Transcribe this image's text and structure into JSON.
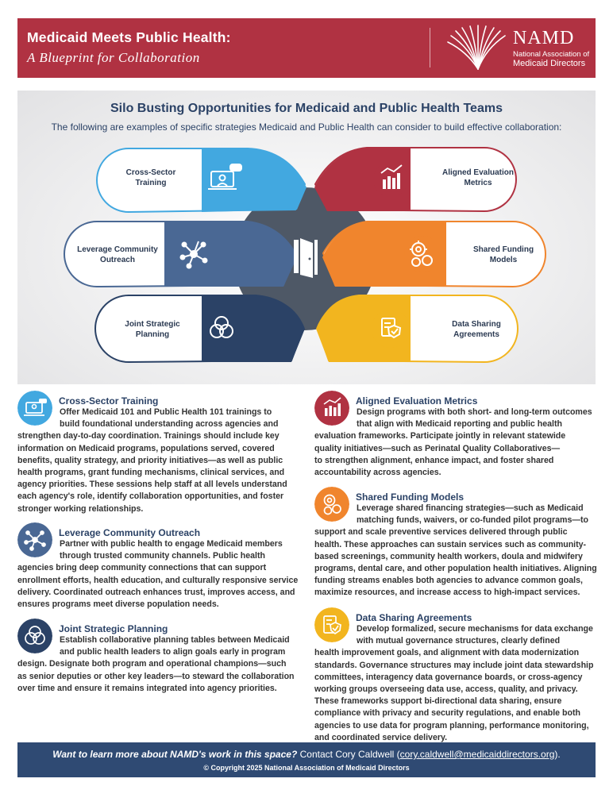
{
  "header": {
    "title": "Medicaid Meets Public Health:",
    "subtitle": "A Blueprint for Collaboration",
    "logo_name": "NAMD",
    "logo_sub1": "National Association of",
    "logo_sub2": "Medicaid Directors"
  },
  "panel": {
    "title": "Silo Busting Opportunities for Medicaid and Public Health Teams",
    "subtitle": "The following are examples of specific strategies Medicaid and Public Health can consider to build effective collaboration:",
    "pills": {
      "cross_sector": [
        "Cross-Sector",
        "Training"
      ],
      "community": [
        "Leverage Community",
        "Outreach"
      ],
      "joint": [
        "Joint Strategic",
        "Planning"
      ],
      "aligned": [
        "Aligned Evaluation",
        "Metrics"
      ],
      "funding": [
        "Shared Funding",
        "Models"
      ],
      "data": [
        "Data Sharing",
        "Agreements"
      ]
    },
    "colors": {
      "light_blue": "#42a8e0",
      "slate_blue": "#4a6894",
      "navy": "#2b4266",
      "red": "#b03242",
      "orange": "#f0852d",
      "yellow": "#f2b51f",
      "center": "#4e5866"
    }
  },
  "sections": {
    "cross_sector": {
      "title": "Cross-Sector Training",
      "icon": "presentation-icon",
      "lines": [
        "Offer Medicaid 101 and Public Health 101 trainings to",
        "build foundational understanding across agencies and",
        "strengthen day-to-day coordination. Trainings should include key",
        "information on Medicaid programs, populations served, covered",
        "benefits, quality strategy, and priority initiatives—as well as public",
        "health programs, grant funding mechanisms, clinical services, and",
        "agency priorities. These sessions help staff at all levels understand",
        "each agency's role, identify collaboration opportunities, and foster",
        "stronger working relationships."
      ]
    },
    "community": {
      "title": "Leverage Community Outreach",
      "icon": "network-icon",
      "lines": [
        "Partner with public health to engage Medicaid members",
        "through trusted community channels. Public health",
        "agencies bring deep community connections that can support",
        "enrollment efforts, health education, and culturally responsive service",
        "delivery. Coordinated outreach enhances trust, improves access, and",
        "ensures programs meet diverse population needs."
      ]
    },
    "joint": {
      "title": "Joint Strategic Planning",
      "icon": "overlapping-circles-icon",
      "lines": [
        "Establish collaborative planning tables between Medicaid",
        "and public health leaders to align goals early in program",
        "design. Designate both program and operational champions—such",
        "as senior deputies or other key leaders—to steward the collaboration",
        "over time and ensure it remains integrated into agency priorities."
      ]
    },
    "aligned": {
      "title": "Aligned Evaluation Metrics",
      "icon": "bar-chart-icon",
      "lines": [
        "Design programs with both short- and long-term outcomes",
        "that align with Medicaid reporting and public health",
        "evaluation frameworks. Participate jointly in relevant statewide",
        "quality initiatives—such as Perinatal Quality Collaboratives—",
        "to strengthen alignment, enhance impact, and foster shared",
        "accountability across agencies."
      ]
    },
    "funding": {
      "title": "Shared Funding Models",
      "icon": "gear-coins-icon",
      "lines": [
        "Leverage shared financing strategies—such as Medicaid",
        "matching funds, waivers, or co-funded pilot programs—to",
        "support and scale preventive services delivered through public",
        "health. These approaches can sustain services such as community-",
        "based screenings, community health workers, doula and midwifery",
        "programs, dental care, and other population health initiatives. Aligning",
        "funding streams enables both agencies to advance common goals,",
        "maximize resources, and increase access to high-impact services."
      ]
    },
    "data": {
      "title": "Data Sharing Agreements",
      "icon": "document-shield-icon",
      "lines": [
        "Develop formalized, secure mechanisms for data exchange",
        "with mutual governance structures, clearly defined",
        "health improvement goals, and alignment with data modernization",
        "standards. Governance structures may include joint data stewardship",
        "committees, interagency data governance boards, or cross-agency",
        "working groups overseeing data use, access, quality, and privacy.",
        "These frameworks support bi-directional data sharing, ensure",
        "compliance with privacy and security regulations, and enable both",
        "agencies to use data for program planning, performance monitoring,",
        "and coordinated service delivery."
      ]
    }
  },
  "footer": {
    "question": "Want to learn more about NAMD's work in this space?",
    "contact_prefix": "Contact Cory Caldwell (",
    "email": "cory.caldwell@medicaiddirectors.org",
    "contact_suffix": ").",
    "copyright": "© Copyright 2025 National Association of Medicaid Directors"
  }
}
